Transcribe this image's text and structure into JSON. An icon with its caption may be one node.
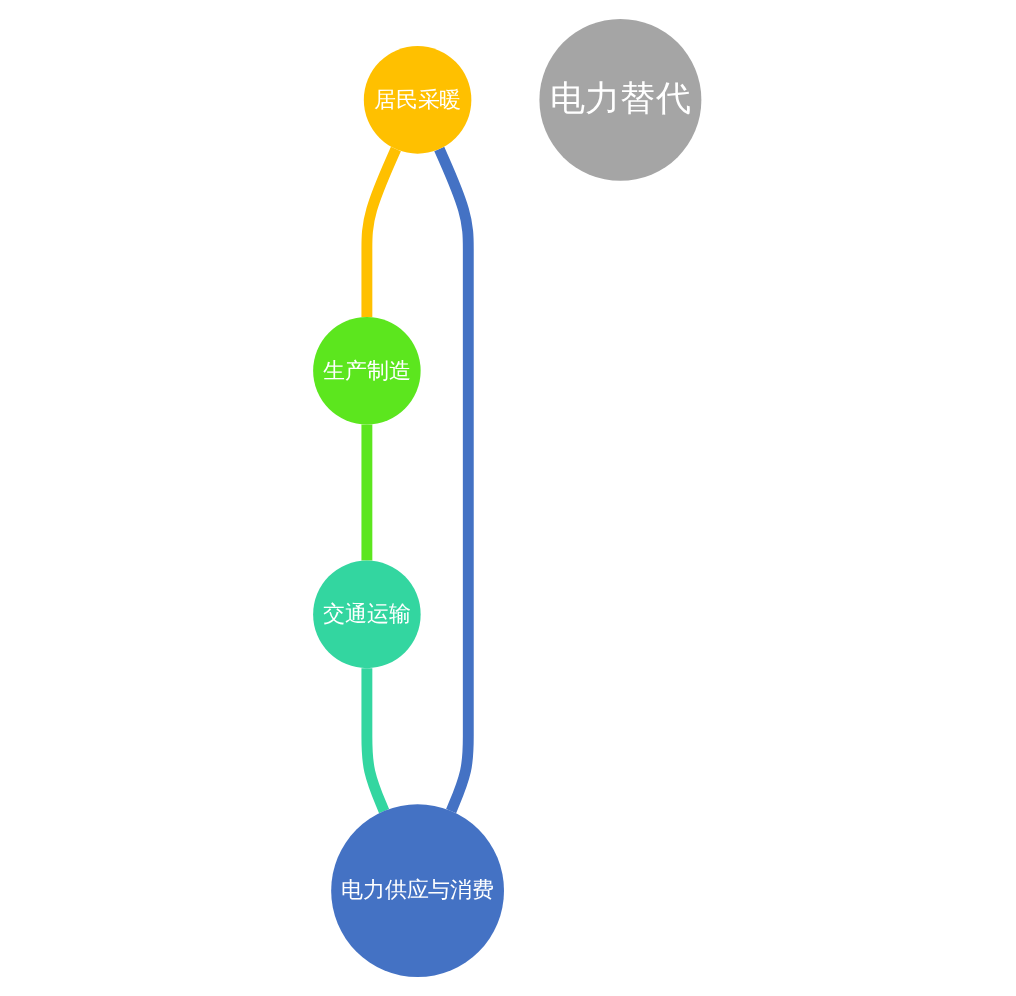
{
  "diagram": {
    "nodes": [
      {
        "text": [
          "居民采暖"
        ]
      },
      {
        "text": [
          "电力供应与消费"
        ]
      },
      {
        "text": [
          "电力替代"
        ]
      },
      {
        "text": [
          "生产制造"
        ]
      },
      {
        "text": [
          "交通运输"
        ]
      }
    ],
    "edges": [
      {
        "from": 0,
        "to": 3,
        "arrow": "none",
        "color": "#ffc000"
      },
      {
        "from": 3,
        "to": 4,
        "arrow": "none",
        "color": "#5ce61e"
      },
      {
        "from": 4,
        "to": 1,
        "arrow": "none",
        "color": "#33d6a0"
      },
      {
        "from": 1,
        "to": 0,
        "arrow": "none",
        "color": "#4472c4"
      }
    ]
  }
}
